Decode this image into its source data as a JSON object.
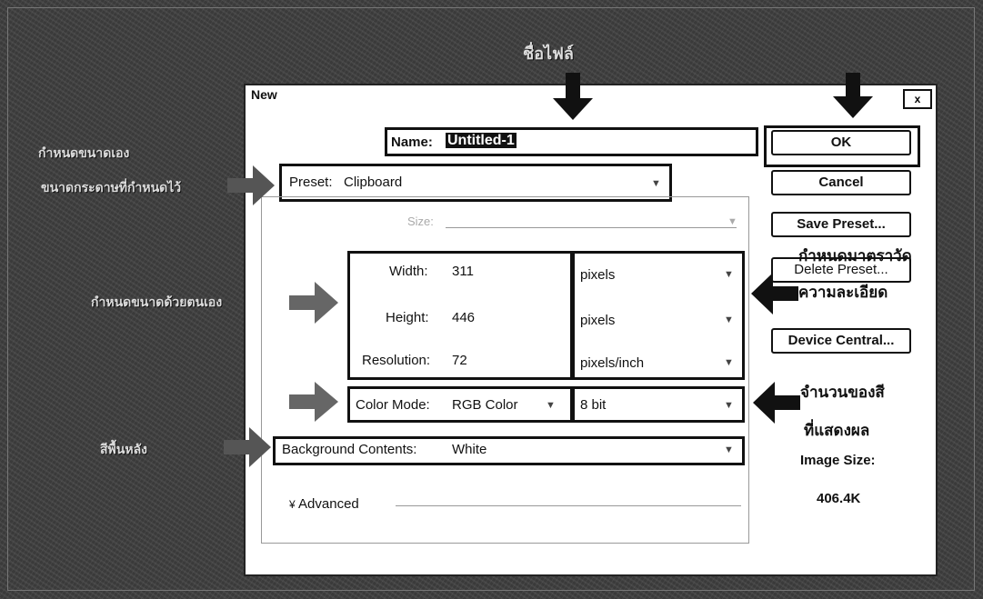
{
  "annotation_top": "ชื่อไฟล์",
  "annotations_left": [
    "กำหนดขนาดเอง",
    "ขนาดกระดาษที่กำหนดไว้",
    "กำหนดขนาดด้วยตนเอง",
    "สีพื้นหลัง"
  ],
  "annotations_right": {
    "measure_unit": "กำหนดมาตราวัดความละเอียด",
    "color_count_line1": "จำนวนของสี",
    "color_count_line2": "ที่แสดงผล"
  },
  "dialog": {
    "title": "New",
    "close": "x",
    "name_label": "Name:",
    "name_value": "Untitled-1",
    "preset_label": "Preset:",
    "preset_value": "Clipboard",
    "size_label": "Size:",
    "width_label": "Width:",
    "width_value": "311",
    "width_unit": "pixels",
    "height_label": "Height:",
    "height_value": "446",
    "height_unit": "pixels",
    "resolution_label": "Resolution:",
    "resolution_value": "72",
    "resolution_unit": "pixels/inch",
    "color_mode_label": "Color Mode:",
    "color_mode_value": "RGB Color",
    "bit_depth_value": "8 bit",
    "background_label": "Background Contents:",
    "background_value": "White",
    "advanced_label": "Advanced",
    "buttons": {
      "ok": "OK",
      "cancel": "Cancel",
      "save_preset": "Save Preset...",
      "delete_preset": "Delete Preset...",
      "device_central": "Device Central..."
    },
    "image_size_label": "Image Size:",
    "image_size_value": "406.4K"
  },
  "colors": {
    "arrow": "#555555",
    "dialog_bg": "#ffffff",
    "background": "#3a3a3a"
  }
}
